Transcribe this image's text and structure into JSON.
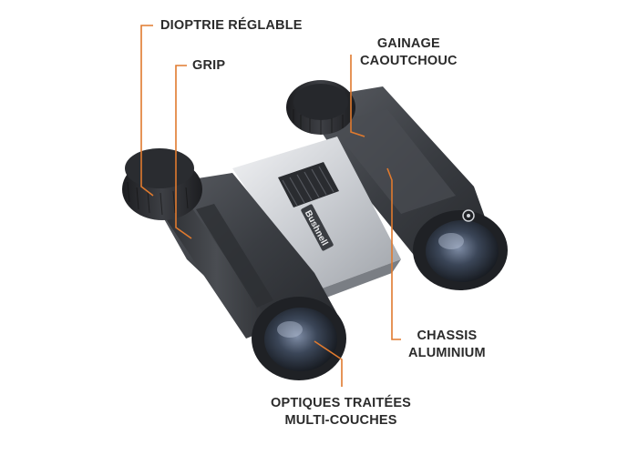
{
  "accent_color": "#e07a2e",
  "brand": {
    "logo_text": "Bushnell",
    "eye_icon": "eye-logo-icon"
  },
  "callouts": {
    "diopter": "DIOPTRIE RÉGLABLE",
    "grip": "GRIP",
    "rubber": {
      "line1": "GAINAGE",
      "line2": "CAOUTCHOUC"
    },
    "chassis": {
      "line1": "CHASSIS",
      "line2": "ALUMINIUM"
    },
    "optics": {
      "line1": "OPTIQUES TRAITÉES",
      "line2": "MULTI-COUCHES"
    }
  }
}
